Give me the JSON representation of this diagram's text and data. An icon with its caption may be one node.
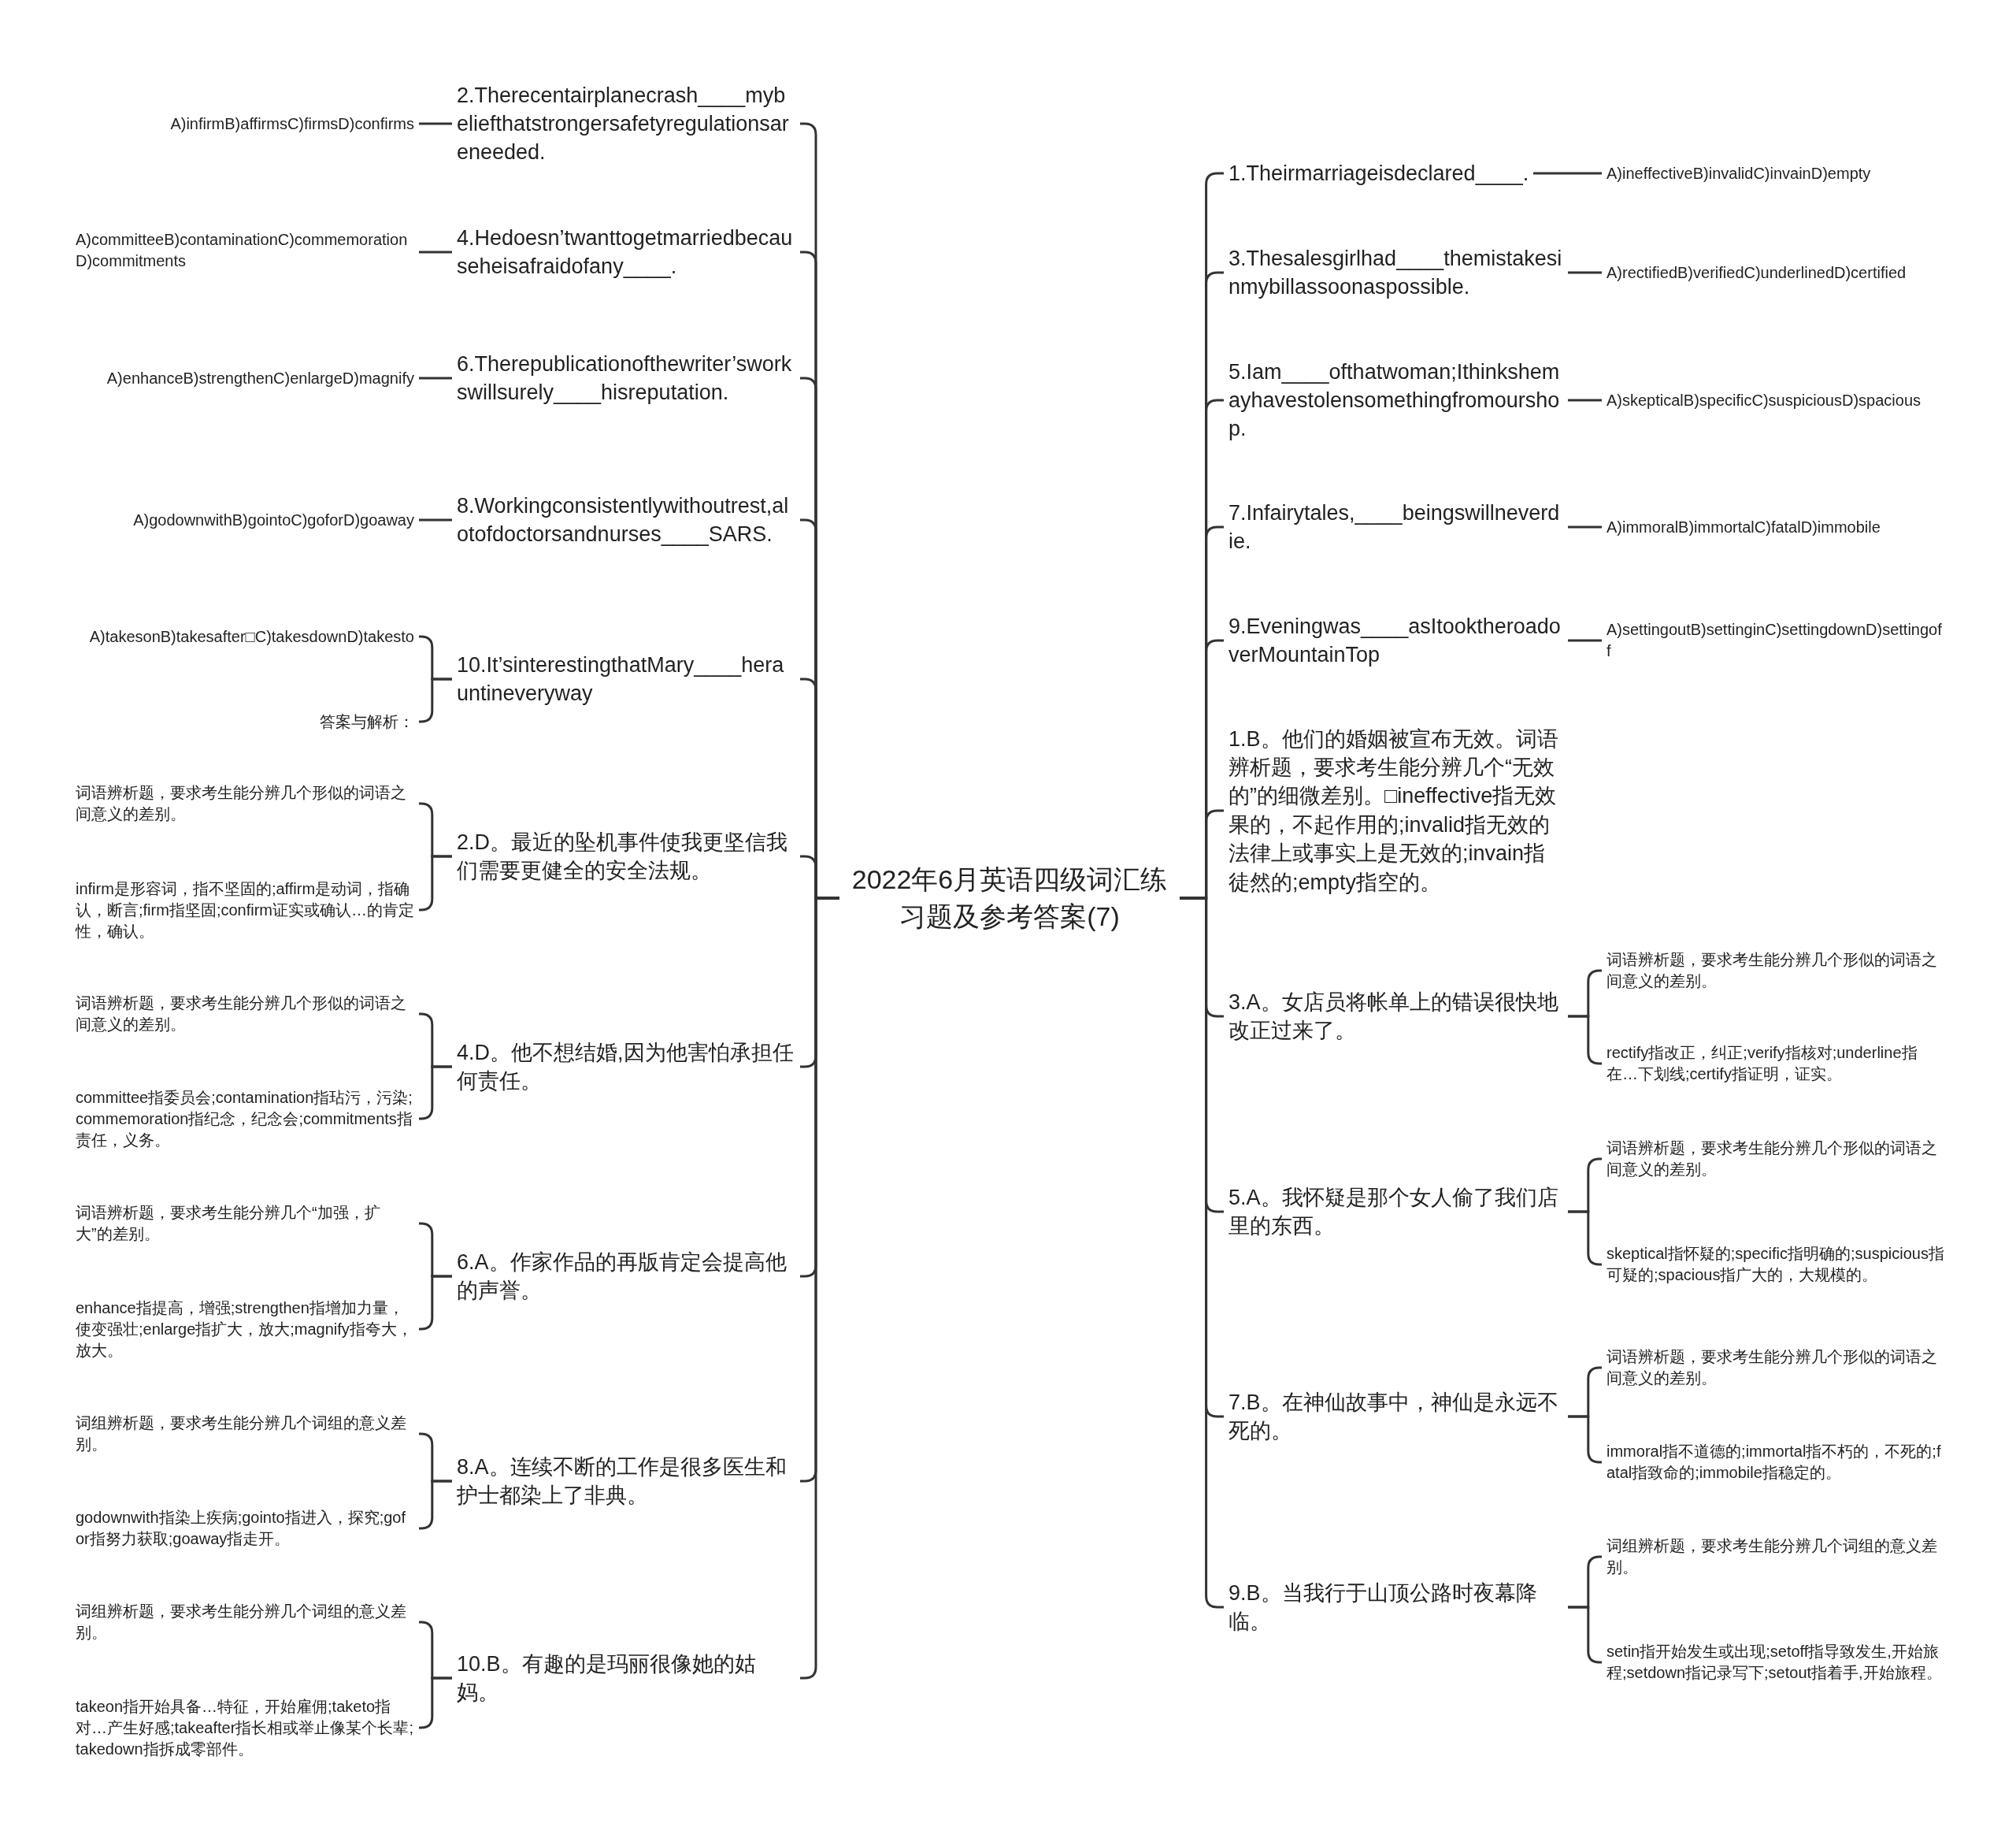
{
  "diagram": {
    "nodes": [
      {
        "text": [
          "2022年6月英语四级词汇练习题及参考答案(7)"
        ]
      },
      {
        "text": [
          "2.Therecentairplanecrash____mybeliefthatstrongersafetyregulationsareneeded."
        ]
      },
      {
        "text": [
          "A)infirmB)affirmsC)firmsD)confirms"
        ]
      },
      {
        "text": [
          "4.Hedoesn’twanttogetmarriedbecauseheisafraidofany____."
        ]
      },
      {
        "text": [
          "A)committeeB)contaminationC)commemorationD)commitments"
        ]
      },
      {
        "text": [
          "6.Therepublicationofthewriter’sworkswillsurely____hisreputation."
        ]
      },
      {
        "text": [
          "A)enhanceB)strengthenC)enlargeD)magnify"
        ]
      },
      {
        "text": [
          "8.Workingconsistentlywithoutrest,alotofdoctorsandnurses____SARS."
        ]
      },
      {
        "text": [
          "A)godownwithB)gointoC)goforD)goaway"
        ]
      },
      {
        "text": [
          "10.It’sinterestingthatMary____herauntineveryway"
        ]
      },
      {
        "text": [
          "A)takesonB)takesafter□C)takesdownD)takesto"
        ]
      },
      {
        "text": [
          "答案与解析："
        ]
      },
      {
        "text": [
          "2.D。最近的坠机事件使我更坚信我们需要更健全的安全法规。"
        ]
      },
      {
        "text": [
          "词语辨析题，要求考生能分辨几个形似的词语之间意义的差别。"
        ]
      },
      {
        "text": [
          "infirm是形容词，指不坚固的;affirm是动词，指确认，断言;firm指坚固;confirm证实或确认…的肯定性，确认。"
        ]
      },
      {
        "text": [
          "4.D。他不想结婚,因为他害怕承担任何责任。"
        ]
      },
      {
        "text": [
          "词语辨析题，要求考生能分辨几个形似的词语之间意义的差别。"
        ]
      },
      {
        "text": [
          "committee指委员会;contamination指玷污，污染;commemoration指纪念，纪念会;commitments指责任，义务。"
        ]
      },
      {
        "text": [
          "6.A。作家作品的再版肯定会提高他的声誉。"
        ]
      },
      {
        "text": [
          "词语辨析题，要求考生能分辨几个“加强，扩大”的差别。"
        ]
      },
      {
        "text": [
          "enhance指提高，增强;strengthen指增加力量，使变强壮;enlarge指扩大，放大;magnify指夸大，放大。"
        ]
      },
      {
        "text": [
          "8.A。连续不断的工作是很多医生和护士都染上了非典。"
        ]
      },
      {
        "text": [
          "词组辨析题，要求考生能分辨几个词组的意义差别。"
        ]
      },
      {
        "text": [
          "godownwith指染上疾病;gointo指进入，探究;gofor指努力获取;goaway指走开。"
        ]
      },
      {
        "text": [
          "10.B。有趣的是玛丽很像她的姑妈。"
        ]
      },
      {
        "text": [
          "词组辨析题，要求考生能分辨几个词组的意义差别。"
        ]
      },
      {
        "text": [
          "takeon指开始具备…特征，开始雇佣;taketo指对…产生好感;takeafter指长相或举止像某个长辈;takedown指拆成零部件。"
        ]
      },
      {
        "text": [
          "1.Theirmarriageisdeclared____."
        ]
      },
      {
        "text": [
          "A)ineffectiveB)invalidC)invainD)empty"
        ]
      },
      {
        "text": [
          "3.Thesalesgirlhad____themistakesinmybillassoonaspossible."
        ]
      },
      {
        "text": [
          "A)rectifiedB)verifiedC)underlinedD)certified"
        ]
      },
      {
        "text": [
          "5.Iam____ofthatwoman;Ithinkshemayhavestolensomethingfromourshop."
        ]
      },
      {
        "text": [
          "A)skepticalB)specificC)suspiciousD)spacious"
        ]
      },
      {
        "text": [
          "7.Infairytales,____beingswillneverdie."
        ]
      },
      {
        "text": [
          "A)immoralB)immortalC)fatalD)immobile"
        ]
      },
      {
        "text": [
          "9.Eveningwas____asItooktheroadoverMountainTop"
        ]
      },
      {
        "text": [
          "A)settingoutB)settinginC)settingdownD)settingoff"
        ]
      },
      {
        "text": [
          "1.B。他们的婚姻被宣布无效。词语辨析题，要求考生能分辨几个“无效的”的细微差别。□ineffective指无效果的，不起作用的;invalid指无效的法律上或事实上是无效的;invain指徒然的;empty指空的。"
        ]
      },
      {
        "text": [
          "3.A。女店员将帐单上的错误很快地改正过来了。"
        ]
      },
      {
        "text": [
          "词语辨析题，要求考生能分辨几个形似的词语之间意义的差别。"
        ]
      },
      {
        "text": [
          "rectify指改正，纠正;verify指核对;underline指在…下划线;certify指证明，证实。"
        ]
      },
      {
        "text": [
          "5.A。我怀疑是那个女人偷了我们店里的东西。"
        ]
      },
      {
        "text": [
          "词语辨析题，要求考生能分辨几个形似的词语之间意义的差别。"
        ]
      },
      {
        "text": [
          "skeptical指怀疑的;specific指明确的;suspicious指可疑的;spacious指广大的，大规模的。"
        ]
      },
      {
        "text": [
          "7.B。在神仙故事中，神仙是永远不死的。"
        ]
      },
      {
        "text": [
          "词语辨析题，要求考生能分辨几个形似的词语之间意义的差别。"
        ]
      },
      {
        "text": [
          "immoral指不道德的;immortal指不朽的，不死的;fatal指致命的;immobile指稳定的。"
        ]
      },
      {
        "text": [
          "9.B。当我行于山顶公路时夜幕降临。"
        ]
      },
      {
        "text": [
          "词组辨析题，要求考生能分辨几个词组的意义差别。"
        ]
      },
      {
        "text": [
          "setin指开始发生或出现;setoff指导致发生,开始旅程;setdown指记录写下;setout指着手,开始旅程。"
        ]
      }
    ],
    "edges": [
      {
        "from": 0,
        "to": 1,
        "arrow": "none"
      },
      {
        "from": 1,
        "to": 2,
        "arrow": "none"
      },
      {
        "from": 0,
        "to": 3,
        "arrow": "none"
      },
      {
        "from": 3,
        "to": 4,
        "arrow": "none"
      },
      {
        "from": 0,
        "to": 5,
        "arrow": "none"
      },
      {
        "from": 5,
        "to": 6,
        "arrow": "none"
      },
      {
        "from": 0,
        "to": 7,
        "arrow": "none"
      },
      {
        "from": 7,
        "to": 8,
        "arrow": "none"
      },
      {
        "from": 0,
        "to": 9,
        "arrow": "none"
      },
      {
        "from": 9,
        "to": 10,
        "arrow": "none"
      },
      {
        "from": 9,
        "to": 11,
        "arrow": "none"
      },
      {
        "from": 0,
        "to": 12,
        "arrow": "none"
      },
      {
        "from": 12,
        "to": 13,
        "arrow": "none"
      },
      {
        "from": 12,
        "to": 14,
        "arrow": "none"
      },
      {
        "from": 0,
        "to": 15,
        "arrow": "none"
      },
      {
        "from": 15,
        "to": 16,
        "arrow": "none"
      },
      {
        "from": 15,
        "to": 17,
        "arrow": "none"
      },
      {
        "from": 0,
        "to": 18,
        "arrow": "none"
      },
      {
        "from": 18,
        "to": 19,
        "arrow": "none"
      },
      {
        "from": 18,
        "to": 20,
        "arrow": "none"
      },
      {
        "from": 0,
        "to": 21,
        "arrow": "none"
      },
      {
        "from": 21,
        "to": 22,
        "arrow": "none"
      },
      {
        "from": 21,
        "to": 23,
        "arrow": "none"
      },
      {
        "from": 0,
        "to": 24,
        "arrow": "none"
      },
      {
        "from": 24,
        "to": 25,
        "arrow": "none"
      },
      {
        "from": 24,
        "to": 26,
        "arrow": "none"
      },
      {
        "from": 0,
        "to": 27,
        "arrow": "none"
      },
      {
        "from": 27,
        "to": 28,
        "arrow": "none"
      },
      {
        "from": 0,
        "to": 29,
        "arrow": "none"
      },
      {
        "from": 29,
        "to": 30,
        "arrow": "none"
      },
      {
        "from": 0,
        "to": 31,
        "arrow": "none"
      },
      {
        "from": 31,
        "to": 32,
        "arrow": "none"
      },
      {
        "from": 0,
        "to": 33,
        "arrow": "none"
      },
      {
        "from": 33,
        "to": 34,
        "arrow": "none"
      },
      {
        "from": 0,
        "to": 35,
        "arrow": "none"
      },
      {
        "from": 35,
        "to": 36,
        "arrow": "none"
      },
      {
        "from": 0,
        "to": 37,
        "arrow": "none"
      },
      {
        "from": 0,
        "to": 38,
        "arrow": "none"
      },
      {
        "from": 38,
        "to": 39,
        "arrow": "none"
      },
      {
        "from": 38,
        "to": 40,
        "arrow": "none"
      },
      {
        "from": 0,
        "to": 41,
        "arrow": "none"
      },
      {
        "from": 41,
        "to": 42,
        "arrow": "none"
      },
      {
        "from": 41,
        "to": 43,
        "arrow": "none"
      },
      {
        "from": 0,
        "to": 44,
        "arrow": "none"
      },
      {
        "from": 44,
        "to": 45,
        "arrow": "none"
      },
      {
        "from": 44,
        "to": 46,
        "arrow": "none"
      },
      {
        "from": 0,
        "to": 47,
        "arrow": "none"
      },
      {
        "from": 47,
        "to": 48,
        "arrow": "none"
      },
      {
        "from": 47,
        "to": 49,
        "arrow": "none"
      }
    ]
  }
}
